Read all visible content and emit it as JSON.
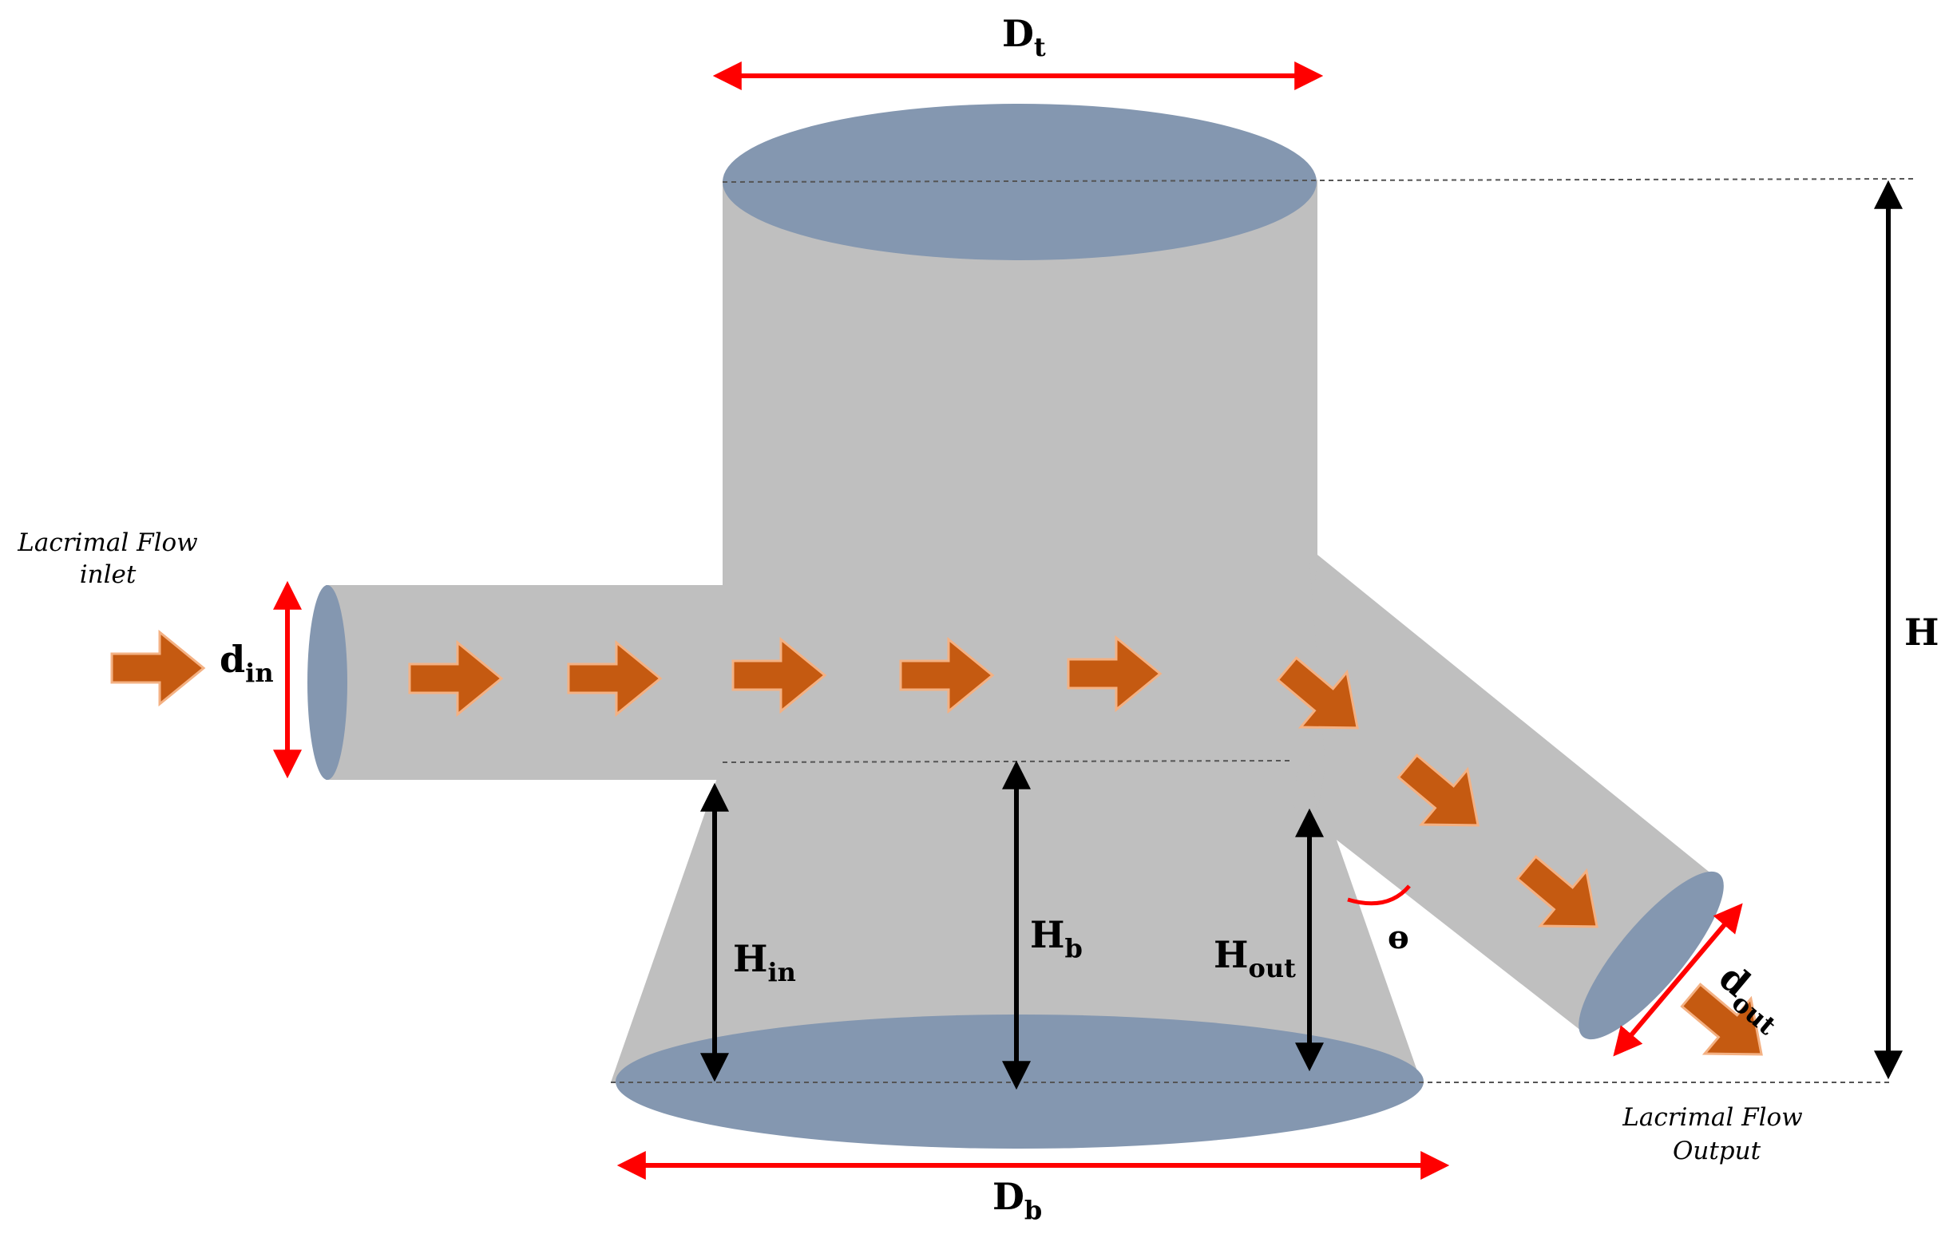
{
  "labels": {
    "Dt": {
      "main": "D",
      "sub": "t"
    },
    "Db": {
      "main": "D",
      "sub": "b"
    },
    "H": {
      "main": "H"
    },
    "din": {
      "main": "d",
      "sub": "in"
    },
    "dout": {
      "main": "d",
      "sub": "out"
    },
    "Hin": {
      "main": "H",
      "sub": "in"
    },
    "Hb": {
      "main": "H",
      "sub": "b"
    },
    "Hout": {
      "main": "H",
      "sub": "out"
    },
    "theta": {
      "main": "ɵ"
    }
  },
  "notes": {
    "inlet_line1": "Lacrimal Flow",
    "inlet_line2": "inlet",
    "output_line1": "Lacrimal Flow",
    "output_line2": "Output"
  },
  "colors": {
    "body": "#bfbfbf",
    "ellipse": "#8497b0",
    "flow_arrow": "#c55a11",
    "flow_arrow_outline": "#f4b183",
    "dimension_red": "#ff0000",
    "dimension_black": "#000000"
  }
}
